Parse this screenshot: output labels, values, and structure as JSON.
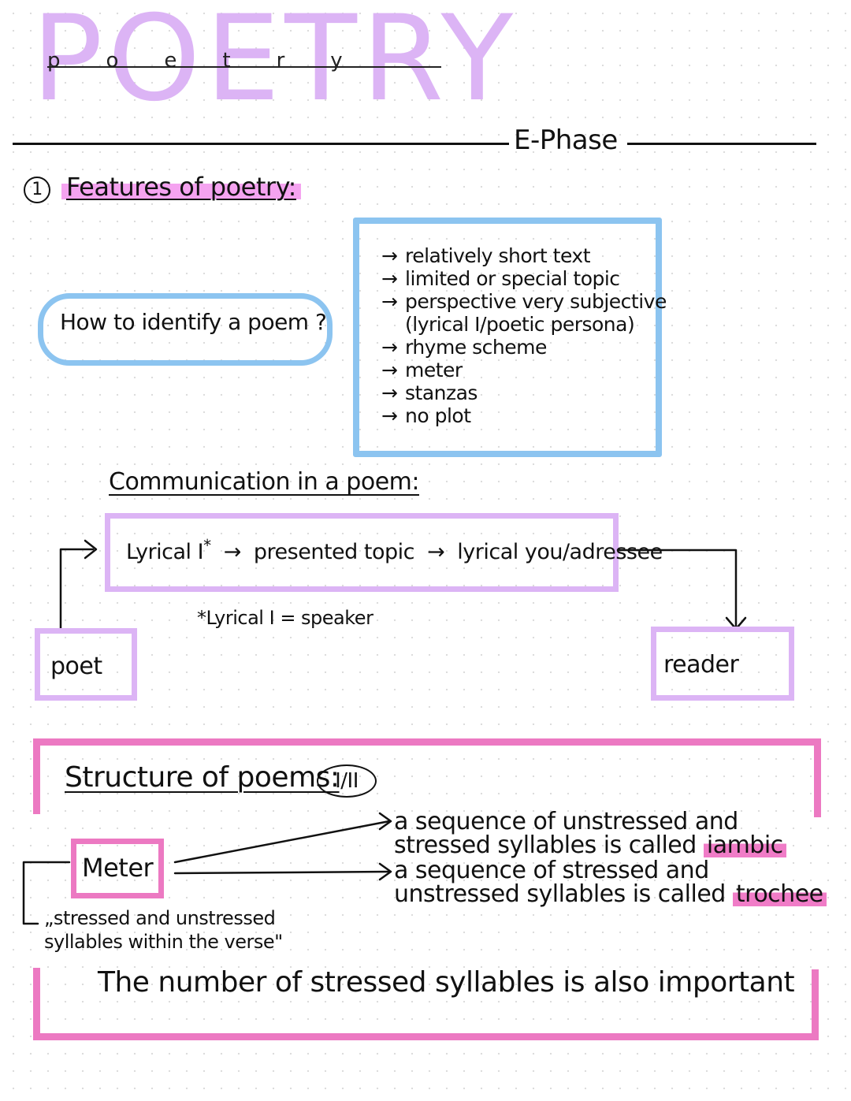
{
  "title": {
    "main": "POETRY",
    "handwritten": "poetry"
  },
  "phase_label": "E-Phase",
  "section1": {
    "number": "1",
    "heading": "Features of poetry:",
    "cloud_question": "How to identify a poem ?",
    "features": [
      "relatively short text",
      "limited or special topic",
      "perspective very subjective",
      "(lyrical I/poetic persona)",
      "rhyme scheme",
      "meter",
      "stanzas",
      "no plot"
    ]
  },
  "communication": {
    "heading": "Communication in a poem:",
    "lyrical_i": "Lyrical I",
    "star": "*",
    "topic": "presented topic",
    "addressee": "lyrical you/adressee",
    "footnote": "*Lyrical I = speaker",
    "poet": "poet",
    "reader": "reader"
  },
  "structure": {
    "heading": "Structure of poems:",
    "tag": "I/II",
    "meter_label": "Meter",
    "meter_definition": "„stressed and unstressed syllables within the verse\"",
    "seq1_text": "a sequence of unstressed and stressed syllables is called",
    "seq1_term": "iambic",
    "seq2_text": "a sequence of stressed and unstressed syllables is called",
    "seq2_term": "trochee",
    "summary": "The number of stressed syllables is also important"
  },
  "colors": {
    "lilac": "#dcb4f5",
    "blue": "#8cc4f0",
    "pink": "#ec79c2",
    "highlight_pink": "#f5a3f0"
  }
}
